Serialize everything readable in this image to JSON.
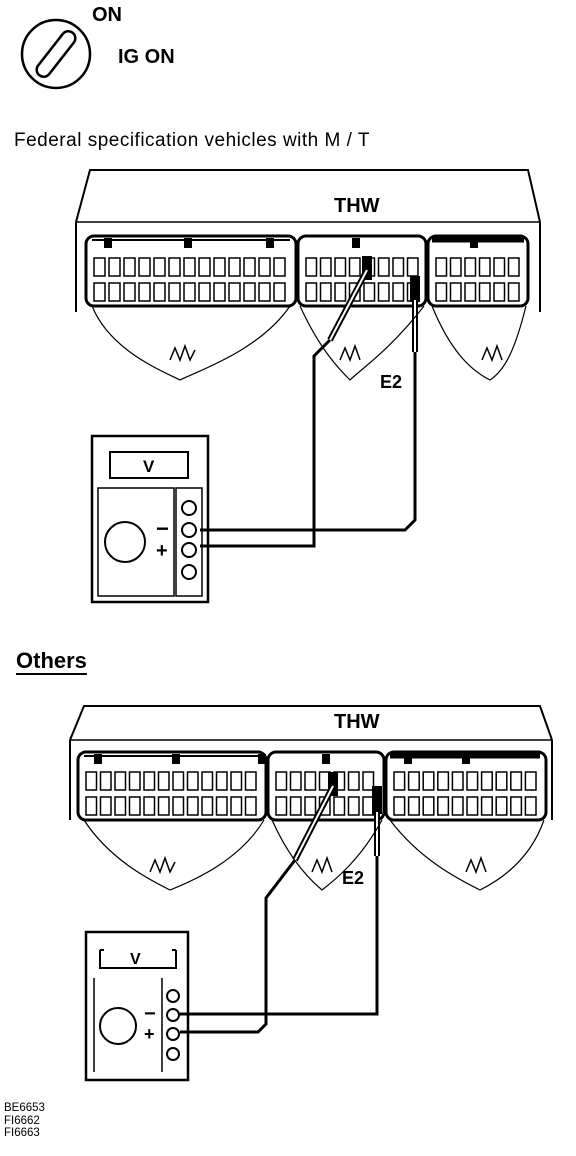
{
  "ignition": {
    "on_label": "ON",
    "ig_on_label": "IG ON"
  },
  "federal": {
    "title": "Federal  specification vehicles with M / T",
    "terminal_thw": "THW",
    "terminal_e2": "E2",
    "meter_mode": "V",
    "minus_sign": "−",
    "plus_sign": "+"
  },
  "others": {
    "title": "Others",
    "terminal_thw": "THW",
    "terminal_e2": "E2",
    "meter_mode": "V",
    "minus_sign": "−",
    "plus_sign": "+"
  },
  "figure_codes": [
    "BE6653",
    "FI6662",
    "FI6663"
  ]
}
